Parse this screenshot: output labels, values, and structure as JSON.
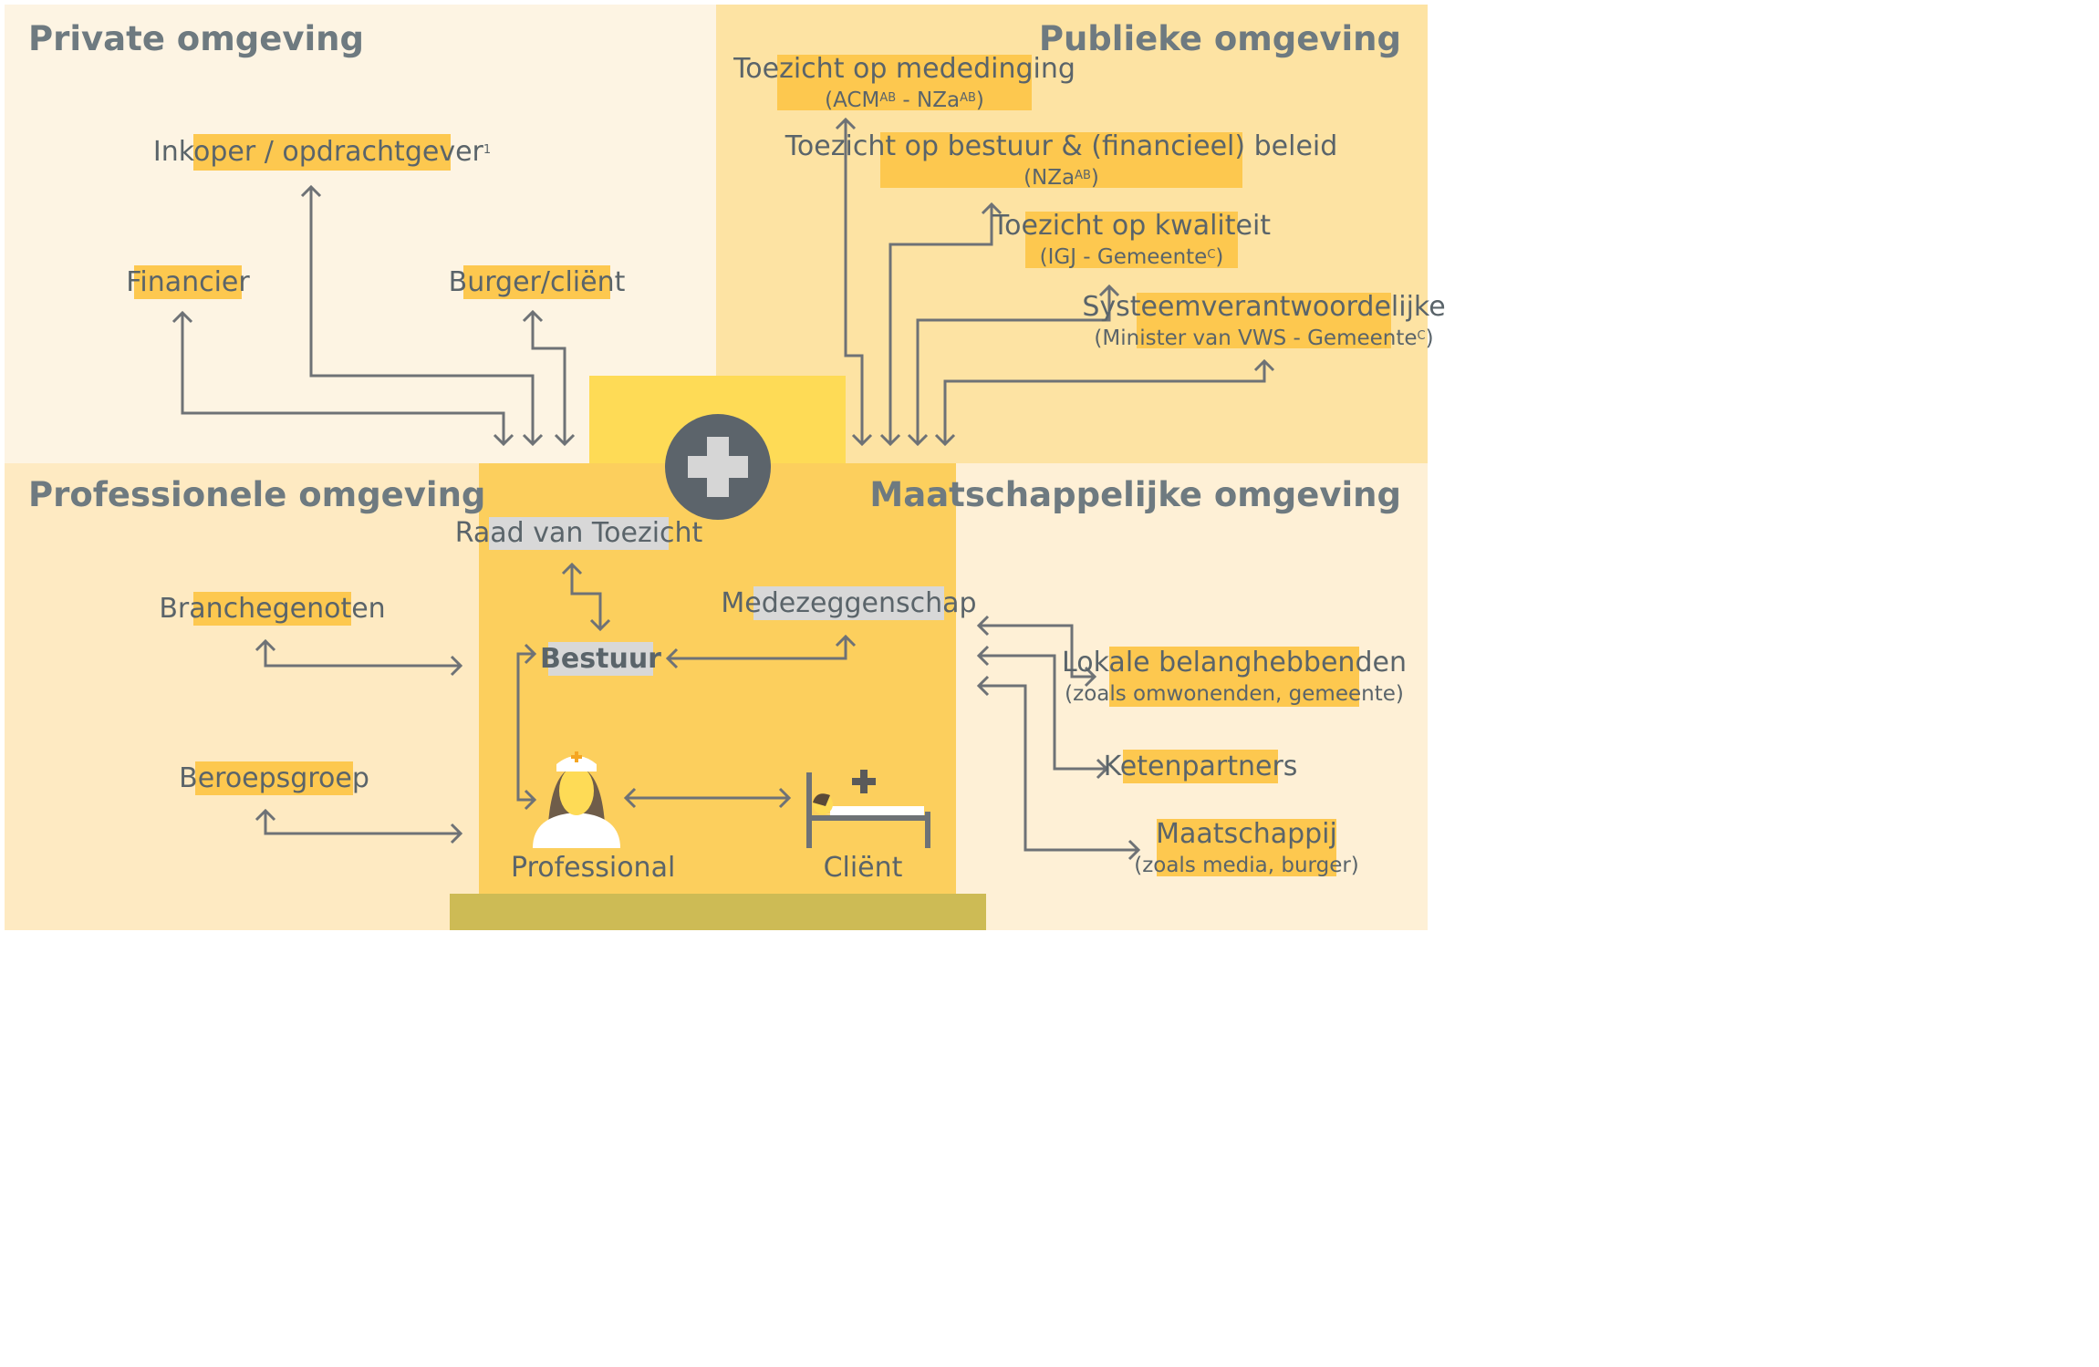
{
  "colors": {
    "quad_private": "#fdf4e3",
    "quad_public": "#fde3a3",
    "quad_professional": "#feeac2",
    "quad_societal": "#fef0d6",
    "center": "#fccf5d",
    "top_block": "#fedb56",
    "base": "#cdbb55",
    "box_yellow": "#fdc84f",
    "box_grey": "#d8d8d8",
    "arrow": "#6e7276",
    "cross_circle": "#5c646b",
    "text": "#5a646a"
  },
  "quadrants": {
    "private": "Private omgeving",
    "public": "Publieke omgeving",
    "professional": "Professionele omgeving",
    "societal": "Maatschappelijke omgeving"
  },
  "private": {
    "inkoper": {
      "label": "Inkoper / opdrachtgever",
      "sup": "1"
    },
    "financier": {
      "label": "Financier"
    },
    "burger": {
      "label": "Burger/cliënt"
    }
  },
  "public": {
    "mededinging": {
      "label": "Toezicht op mededinging",
      "sub_a": "(ACM",
      "sup_a": "AB",
      "sub_b": " - NZa",
      "sup_b": "AB",
      "sub_c": ")"
    },
    "bestuur": {
      "label": "Toezicht op bestuur & (financieel) beleid",
      "sub_a": "(NZa",
      "sup_a": "AB",
      "sub_c": ")"
    },
    "kwaliteit": {
      "label": "Toezicht op kwaliteit",
      "sub_a": "(IGJ - Gemeente",
      "sup_a": "C",
      "sub_c": ")"
    },
    "systeem": {
      "label": "Systeemverantwoordelijke",
      "sub_a": "(Minister van VWS - Gemeente",
      "sup_a": "C",
      "sub_c": ")"
    }
  },
  "professional": {
    "branchegenoten": {
      "label": "Branchegenoten"
    },
    "beroepsgroep": {
      "label": "Beroepsgroep"
    }
  },
  "center": {
    "raad": {
      "label": "Raad van Toezicht"
    },
    "medezeggenschap": {
      "label": "Medezeggenschap"
    },
    "bestuur": {
      "label": "Bestuur"
    },
    "professional": "Professional",
    "client": "Cliënt"
  },
  "societal": {
    "lokale": {
      "label": "Lokale belanghebbenden",
      "sub": "(zoals omwonenden, gemeente)"
    },
    "keten": {
      "label": "Ketenpartners"
    },
    "maatschappij": {
      "label": "Maatschappij",
      "sub": "(zoals media, burger)"
    }
  }
}
